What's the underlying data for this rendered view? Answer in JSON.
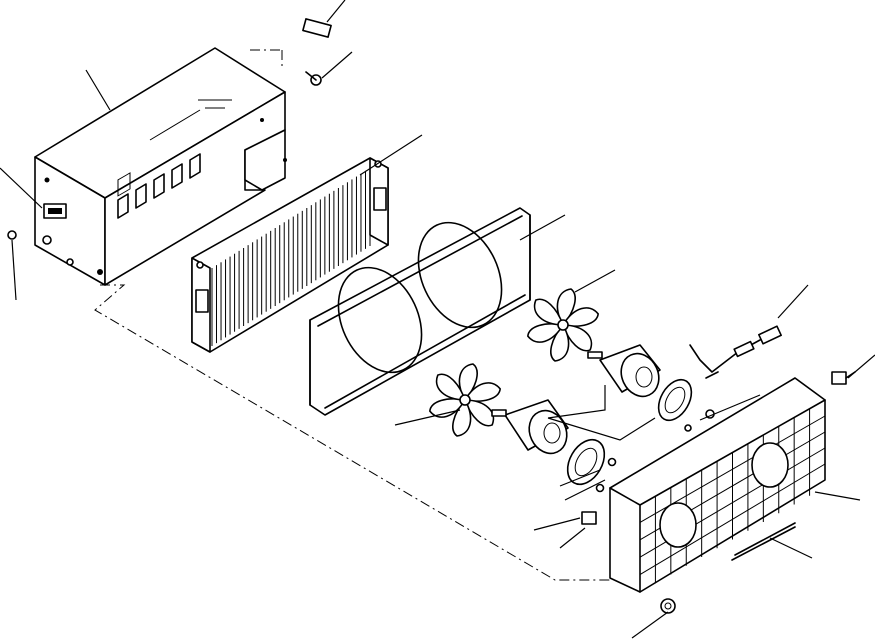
{
  "figure": {
    "background": "#ffffff",
    "line_color": "#000000",
    "parts": [
      {
        "id": "housing",
        "icon": "box-housing"
      },
      {
        "id": "radiator-core",
        "icon": "finned-core"
      },
      {
        "id": "fan-shroud",
        "icon": "double-ring-shroud"
      },
      {
        "id": "fan-blade-upper",
        "icon": "fan-blade"
      },
      {
        "id": "fan-blade-lower",
        "icon": "fan-blade"
      },
      {
        "id": "fan-motor-upper",
        "icon": "electric-motor"
      },
      {
        "id": "fan-motor-lower",
        "icon": "electric-motor"
      },
      {
        "id": "motor-gasket-upper",
        "icon": "ring-gasket"
      },
      {
        "id": "motor-gasket-lower",
        "icon": "ring-gasket"
      },
      {
        "id": "front-grille",
        "icon": "grille-panel"
      },
      {
        "id": "wire-harness",
        "icon": "connector-wire"
      },
      {
        "id": "retaining-rod",
        "icon": "rod"
      },
      {
        "id": "clip-top",
        "icon": "clip"
      },
      {
        "id": "bolt-top",
        "icon": "bolt"
      },
      {
        "id": "bolt-left",
        "icon": "bolt"
      },
      {
        "id": "clip-right",
        "icon": "clip"
      },
      {
        "id": "clip-lower-left",
        "icon": "clip"
      },
      {
        "id": "nut-bottom",
        "icon": "nut"
      }
    ]
  }
}
